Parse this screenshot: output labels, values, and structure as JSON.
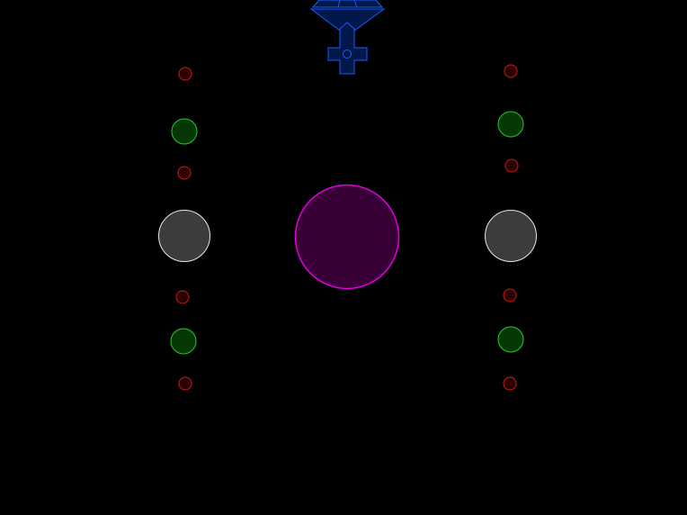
{
  "game": {
    "background_color": "#000000",
    "player_ship": {
      "icon": "ship-icon",
      "fill": "#00184a",
      "stroke": "#1a5cff"
    },
    "center_orb": {
      "icon": "orb-icon",
      "fill": "#380036",
      "stroke": "#e000e0"
    },
    "bumpers": {
      "fill": "#3c3c3c",
      "stroke": "#e8e8e8"
    },
    "green_pickups": {
      "fill": "#063806",
      "stroke": "#2ec42e"
    },
    "red_pickups": {
      "fill": "#2a0000",
      "stroke": "#c81e1e"
    },
    "red_count": 8,
    "green_count": 4,
    "bumper_count": 2
  }
}
